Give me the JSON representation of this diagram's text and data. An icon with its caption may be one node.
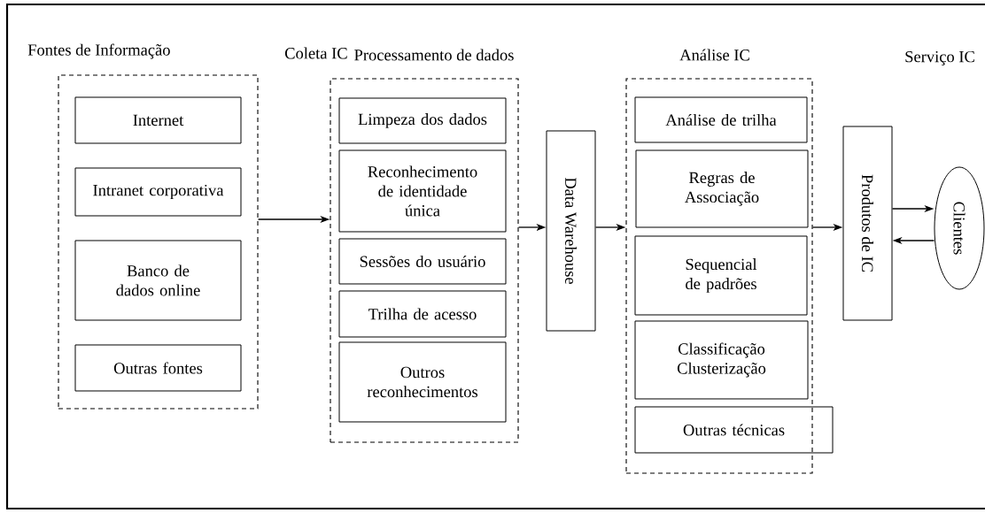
{
  "diagram": {
    "nodes": [
      {
        "text": [
          "Fontes de Informação"
        ]
      },
      {
        "text": [
          "Internet"
        ],
        "in": 0
      },
      {
        "text": [
          "Intranet corporativa"
        ],
        "in": 0
      },
      {
        "text": [
          "Banco de dados online"
        ],
        "in": 0
      },
      {
        "text": [
          "Outras fontes"
        ],
        "in": 0
      },
      {
        "text": [
          "Processamento de dados"
        ]
      },
      {
        "text": [
          "Limpeza dos dados"
        ],
        "in": 5
      },
      {
        "text": [
          "Reconhecimento de identidade única"
        ],
        "in": 5
      },
      {
        "text": [
          "Sessões do usuário"
        ],
        "in": 5
      },
      {
        "text": [
          "Trilha de acesso"
        ],
        "in": 5
      },
      {
        "text": [
          "Outros reconhecimentos"
        ],
        "in": 5
      },
      {
        "text": [
          "Data Warehouse"
        ]
      },
      {
        "text": [
          "Análise IC"
        ]
      },
      {
        "text": [
          "Análise de trilha"
        ],
        "in": 12
      },
      {
        "text": [
          "Regras de Associação"
        ],
        "in": 12
      },
      {
        "text": [
          "Sequencial de padrões"
        ],
        "in": 12
      },
      {
        "text": [
          "Classificação Clusterização"
        ],
        "in": 12
      },
      {
        "text": [
          "Outras técnicas"
        ]
      },
      {
        "text": [
          "Produtos de IC"
        ]
      },
      {
        "text": [
          "Clientes"
        ]
      }
    ],
    "edges": [
      {
        "from": 0,
        "to": 5,
        "arrow": "to"
      },
      {
        "from": 5,
        "to": 11,
        "arrow": "to"
      },
      {
        "from": 11,
        "to": 12,
        "arrow": "to"
      },
      {
        "from": 12,
        "to": 18,
        "arrow": "to"
      },
      {
        "from": 18,
        "to": 19,
        "arrow": "to"
      },
      {
        "from": 19,
        "to": 18,
        "arrow": "to"
      }
    ],
    "labels": [
      "Coleta IC",
      "Serviço IC"
    ]
  }
}
